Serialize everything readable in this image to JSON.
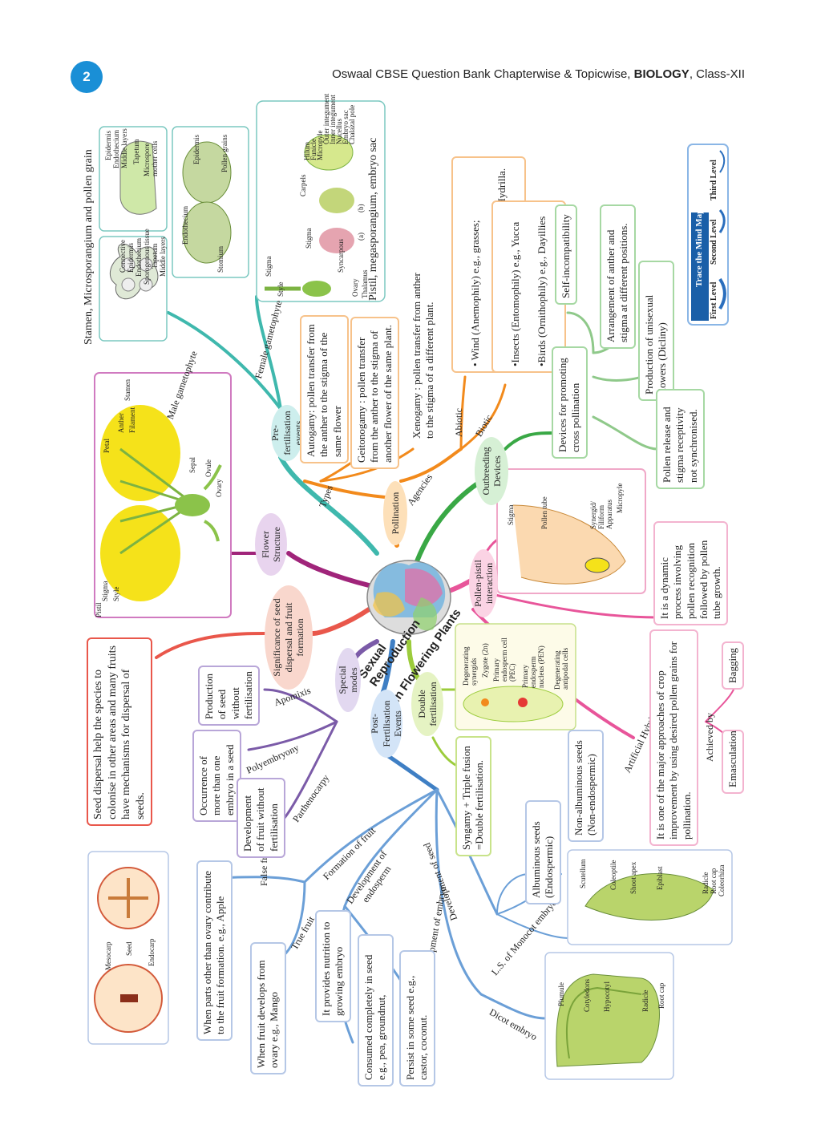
{
  "header": {
    "page_number": "2",
    "prefix": "Oswaal CBSE Question Bank Chapterwise & Topicwise, ",
    "subject": "BIOLOGY",
    "suffix": ", Class-XII"
  },
  "center": {
    "line1": "Sexual Reproduction",
    "line2": "in Flowering Plants"
  },
  "level1": {
    "pre_fertilisation": "Pre-fertilisation events",
    "pollination": "Pollination",
    "outbreeding": "Outbreeding Devices",
    "pollen_pistil": "Pollen-pistil interaction",
    "double_fertilisation": "Double fertilisation",
    "post_fertilisation": "Post- Fertilisation Events",
    "special_modes": "Special modes",
    "significance": "Significance of seed dispersal and fruit formation",
    "flower_structure": "Flower Structure"
  },
  "branch_labels": {
    "male_gametophyte": "Male gametophyte",
    "female_gametophyte": "Female gametophyte",
    "types": "Types",
    "agencies": "Agencies",
    "abiotic": "Abiotic",
    "biotic": "Biotic",
    "artificial_hybridisation": "Artificial Hybridisation",
    "achieved_by": "Achieved by",
    "bagging": "Bagging",
    "emasculation": "Emasculation",
    "apomixis": "Apomixis",
    "polyembryony": "Polyembryony",
    "parthenocarpy": "Parthenocarpy",
    "formation_of_fruit": "Formation of fruit",
    "development_of_endosperm": "Development of endosperm",
    "development_of_embryo": "Development of embryo",
    "development_of_seed": "Development of seed",
    "false_fruit": "False fruit",
    "true_fruit": "True fruit",
    "ls_monocot": "L.S. of Monocot embryo.",
    "dicot_embryo": "Dicot embryo"
  },
  "boxes": {
    "stamen_title": "Stamen, Microsporangium and pollen grain",
    "pistil_title": "Pistil, megasporangium, embryo sac",
    "autogamy": "Autogamy: pollen transfer from the anther to the stigma of the same flower",
    "geitonogamy": "Geitonogamy : pollen transfer from the anther to the stigma of another flower of the same plant.",
    "xenogamy": "Xenogamy : pollen transfer from anther to the stigma of a different plant.",
    "wind": "• Wind (Anemophily) e.g., grasses;",
    "water": "• Water (Hydrophily) e.g., Vallisneria, Hydrilla.",
    "insects": "•Insects (Entomophily) e.g., Yucca",
    "birds": "•Birds (Ornithophily) e.g., Dayillies",
    "devices": "Devices for promoting cross pollination",
    "self_incompat": "Self-incompatibility",
    "arrangement": "Arrangement of anther and stigma at different positions.",
    "unisexual": "Production of unisexual flowers (Dicliny)",
    "pollen_release": "Pollen release and stigma receptivity not synchronised.",
    "dynamic_process": "It is a dynamic process involving pollen recognition followed by pollen tube growth.",
    "artificial_text": "It is one of the major approaches of crop improvement by using desired pollen grains for pollination.",
    "syngamy": "Syngamy + Triple fusion =Double fertilisation.",
    "albuminous": "Albuminous seeds (Endospermic)",
    "non_albuminous": "Non-albuminous seeds (Non-endospermic)",
    "seed_dispersal": "Seed dispersal help the species to colonise in other areas and many fruits have mechanisms for dispersal of seeds.",
    "production_seed": "Production of seed without fertilisation",
    "occurrence": "Occurrence of more than one embryo in a seed",
    "development_fruit": "Development of fruit without fertilisation",
    "false_fruit_text": "When parts other than ovary contribute to the fruit formation. e.g., Apple",
    "true_fruit_text": "When fruit develops from ovary e.g., Mango",
    "nutrition": "It provides nutrition to growing embryo",
    "consumed": "Consumed completely in seed e.g., pea, groundnut,",
    "persist": "Persist in some seed e.g., castor, coconut."
  },
  "legend": {
    "title": "Trace the Mind Map",
    "first": "First Level",
    "second": "Second Level",
    "third": "Third Level"
  },
  "figures": {
    "flower": [
      "Stigma",
      "Style",
      "Pistil",
      "Petal",
      "Anther",
      "Filament",
      "Stamen",
      "Sepal",
      "Ovule",
      "Ovary"
    ],
    "micro_a": [
      "Epidermis",
      "Endothecium",
      "Middle layers",
      "Tapetum",
      "Microspore mother cells"
    ],
    "micro_b": [
      "Connective",
      "Epidermis",
      "Endothecium",
      "Sporogenous tissue",
      "Tapetum",
      "Middle layers"
    ],
    "pollen": [
      "Epidermis",
      "Pollen grains",
      "Endothecium",
      "Stomium"
    ],
    "pistil": [
      "Stigma",
      "Style",
      "Ovary",
      "Thalamus",
      "Syncarpous",
      "Stigma",
      "Carpels",
      "(a)",
      "(b)",
      "Hilum",
      "Funicle",
      "Micropyle",
      "Outer integument",
      "Inner integument",
      "Nucellus",
      "Embryo sac",
      "Chalazal pole"
    ],
    "pollen_tube": [
      "Stigma",
      "Pollen tube",
      "Synergid/ Filiform Apparatus",
      "Micropyle"
    ],
    "embryo_sac": [
      "Degenerating synergids",
      "Zygote (2n)",
      "Primary endosperm cell (PEC)",
      "Primary endosperm nucleus (PEN)",
      "Degenerating antipodal cells"
    ],
    "monocot": [
      "Scutellum",
      "Coleoptile",
      "Shoot apex",
      "Epiblast",
      "Radicle",
      "Root cap",
      "Coleorhiza"
    ],
    "dicot": [
      "Plumule",
      "Cotyledons",
      "Hypocotyl",
      "Radicle",
      "Root cap"
    ],
    "fruit": [
      "Mesocarp",
      "Seed",
      "Endocarp"
    ]
  },
  "colors": {
    "teal": "#3fb8ad",
    "orange": "#f28a1c",
    "green": "#39a845",
    "pink": "#e8559a",
    "lime": "#9ccc3c",
    "blue": "#3f7fc4",
    "purple": "#7b5ba8",
    "red": "#e9574b",
    "magenta": "#a0247a",
    "header_blue": "#1a8fd6"
  }
}
